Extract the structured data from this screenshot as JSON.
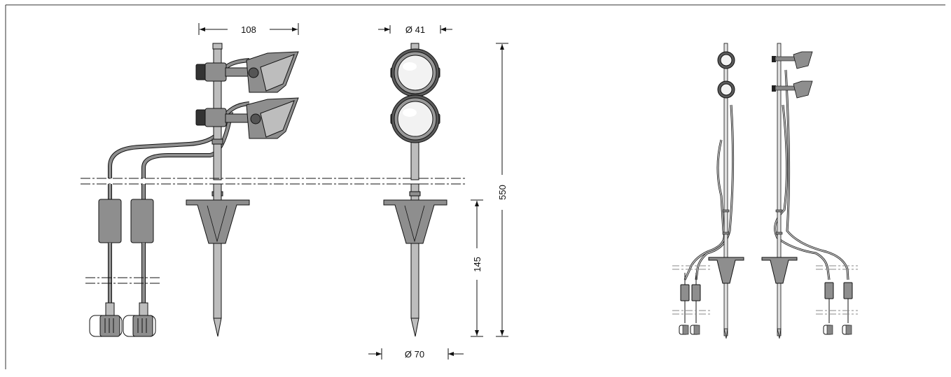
{
  "dimensions": {
    "head_width": "108",
    "head_diameter": "Ø 41",
    "total_height": "550",
    "spike_length": "145",
    "base_diameter": "Ø 70"
  },
  "colors": {
    "line": "#111111",
    "body_gray": "#8e8e8e",
    "pole_gray": "#bdbdbd",
    "lens": "#f2f2f2"
  }
}
